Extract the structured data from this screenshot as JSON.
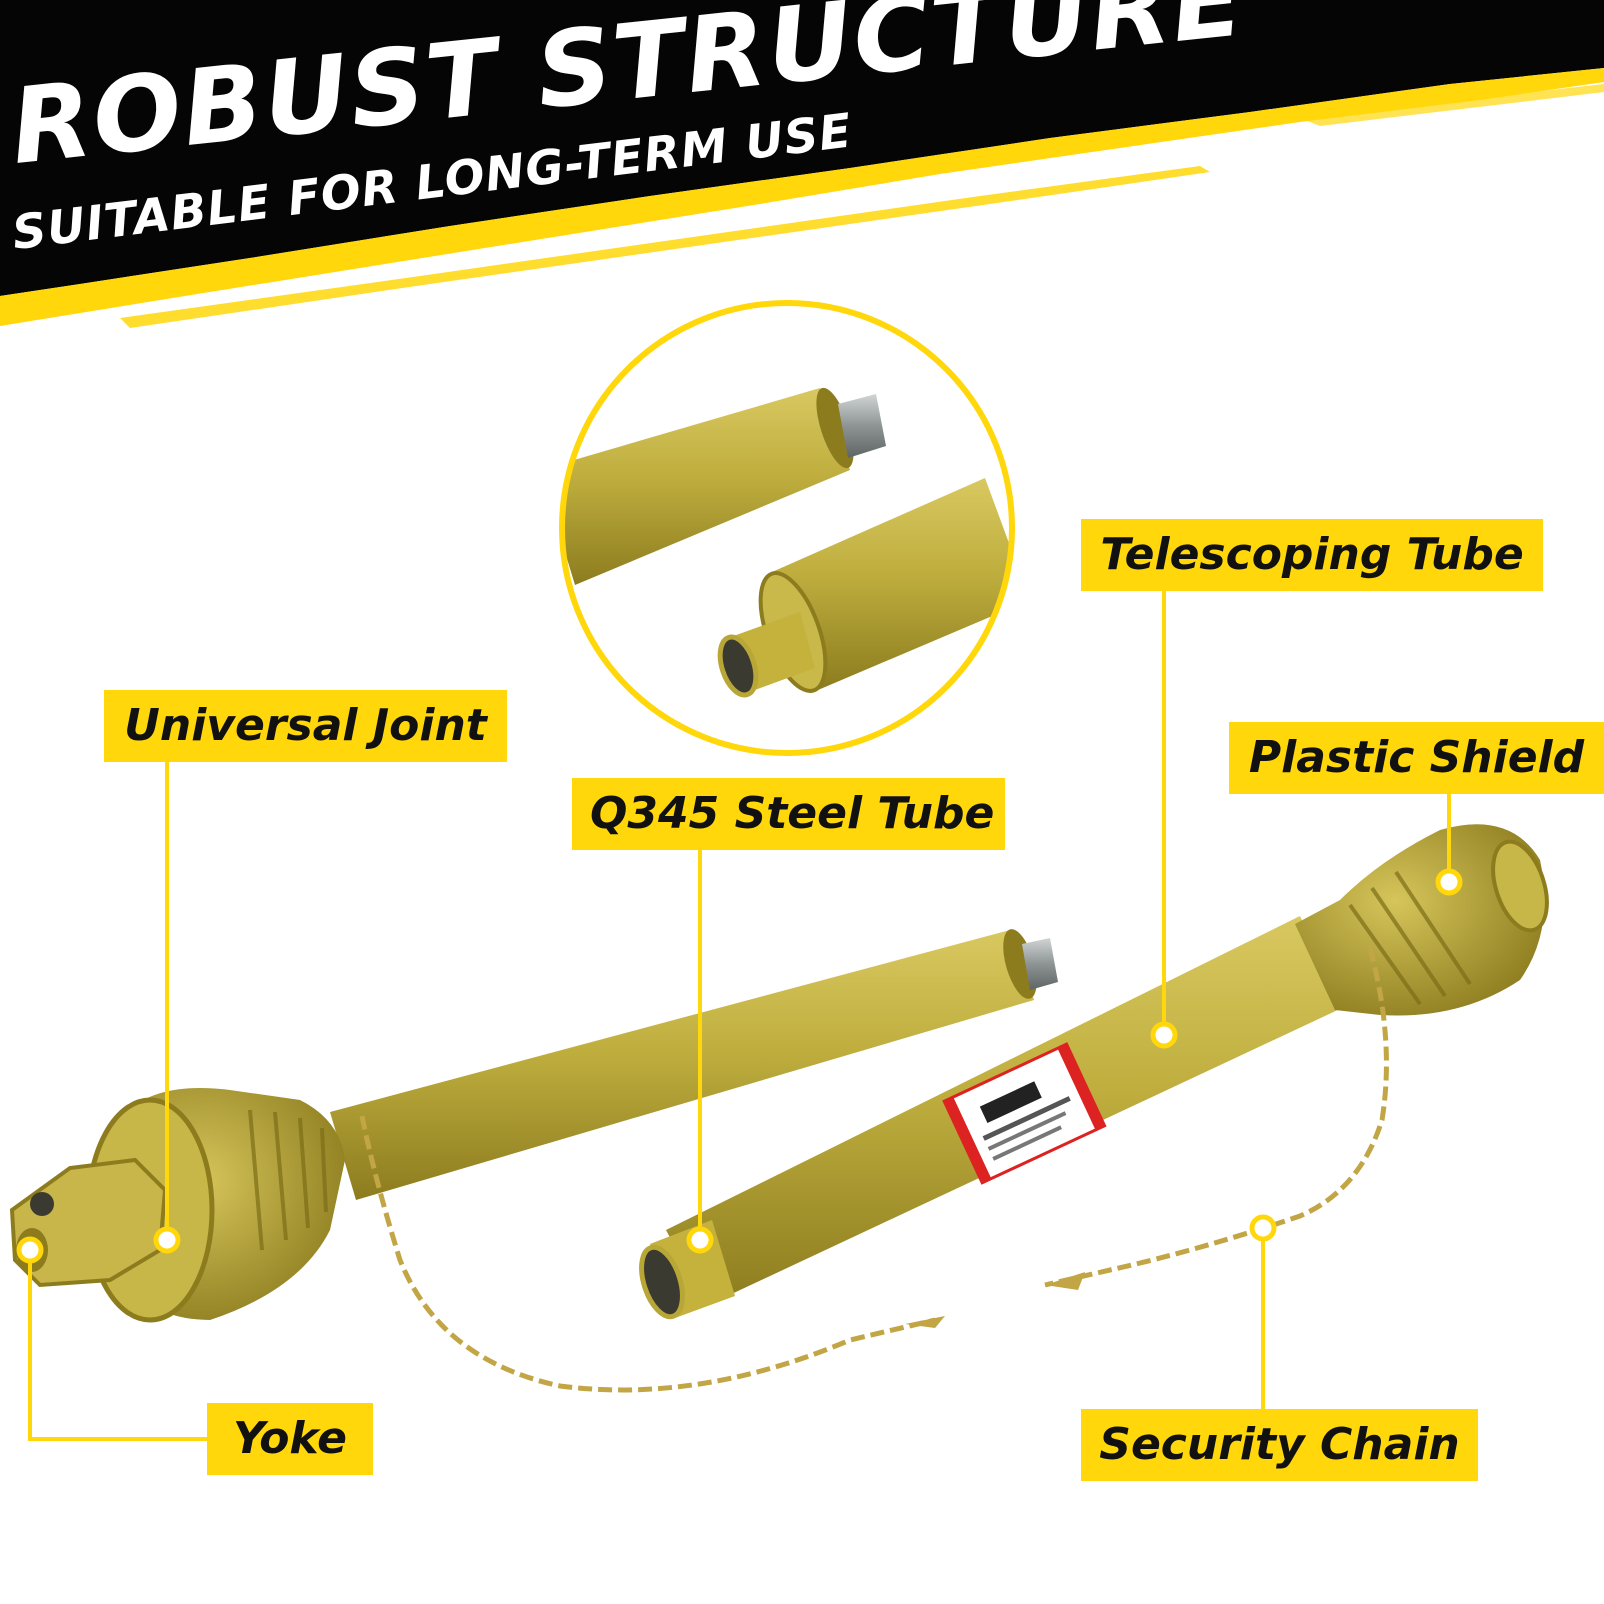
{
  "banner": {
    "title": "ROBUST STRUCTURE",
    "subtitle": "SUITABLE FOR LONG-TERM USE",
    "background_color": "#050505",
    "stripe_color": "#ffd70a"
  },
  "callouts": {
    "universal_joint": "Universal Joint",
    "q345_steel_tube": "Q345 Steel Tube",
    "telescoping_tube": "Telescoping Tube",
    "plastic_shield": "Plastic Shield",
    "yoke": "Yoke",
    "security_chain": "Security Chain"
  },
  "colors": {
    "callout_fill": "#ffd70a",
    "callout_text": "#111111",
    "leader_line": "#ffd70a",
    "shaft_body": "#b8a637",
    "shaft_dark": "#8c7c1e",
    "shaft_light": "#d8c860",
    "chain": "#c2a545",
    "steel": "#9aa0a0"
  }
}
